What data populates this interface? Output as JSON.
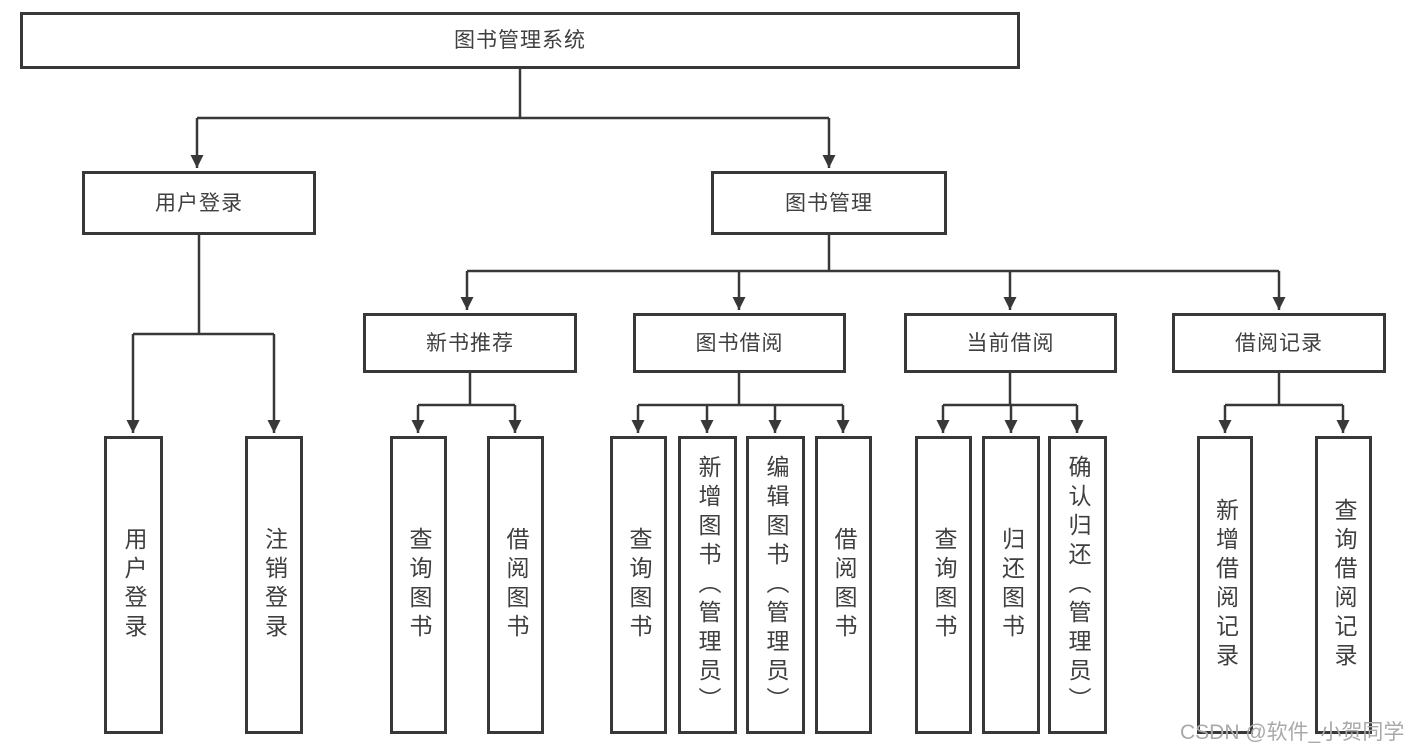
{
  "diagram": {
    "root": {
      "label": "图书管理系统"
    },
    "branches": [
      {
        "label": "用户登录",
        "children": [
          {
            "label": "用户登录"
          },
          {
            "label": "注销登录"
          }
        ]
      },
      {
        "label": "图书管理",
        "children": [
          {
            "label": "新书推荐",
            "children": [
              {
                "label": "查询图书"
              },
              {
                "label": "借阅图书"
              }
            ]
          },
          {
            "label": "图书借阅",
            "children": [
              {
                "label": "查询图书"
              },
              {
                "label": "新增图书（管理员）"
              },
              {
                "label": "编辑图书（管理员）"
              },
              {
                "label": "借阅图书"
              }
            ]
          },
          {
            "label": "当前借阅",
            "children": [
              {
                "label": "查询图书"
              },
              {
                "label": "归还图书"
              },
              {
                "label": "确认归还（管理员）"
              }
            ]
          },
          {
            "label": "借阅记录",
            "children": [
              {
                "label": "新增借阅记录"
              },
              {
                "label": "查询借阅记录"
              }
            ]
          }
        ]
      }
    ]
  },
  "watermark": {
    "text": "CSDN @软件_小贺同学"
  },
  "colors": {
    "line": "#383838",
    "box_background": "#ffffff",
    "text": "#3f3f3f",
    "watermark": "#a9a9a9"
  }
}
